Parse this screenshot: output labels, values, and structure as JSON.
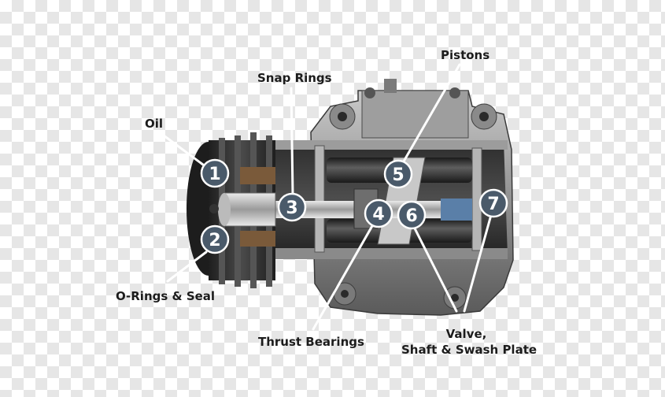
{
  "labels": {
    "oil": "Oil",
    "snap_rings": "Snap Rings",
    "pistons": "Pistons",
    "o_rings_seal": "O-Rings & Seal",
    "thrust_bearings": "Thrust Bearings",
    "valve_line1": "Valve,",
    "valve_line2": "Shaft & Swash Plate"
  },
  "markers": [
    "1",
    "2",
    "3",
    "4",
    "5",
    "6",
    "7"
  ],
  "colors": {
    "marker_fill": "#4a5a6a",
    "marker_ring": "#ffffff",
    "leader_line": "#ffffff",
    "label_text": "#1c1c1c"
  }
}
